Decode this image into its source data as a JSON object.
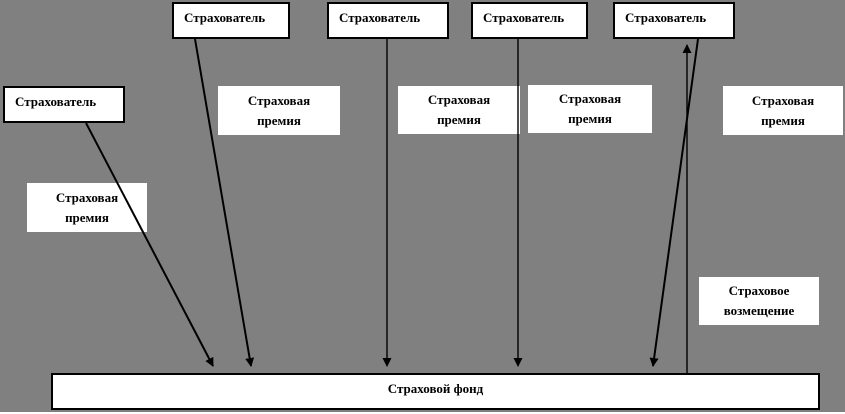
{
  "diagram": {
    "colors": {
      "background": "#808080",
      "box_fill": "#ffffff",
      "border": "#000000",
      "text": "#000000",
      "arrow": "#000000"
    },
    "labels": {
      "policyholder": "Страхователь",
      "premium": [
        "Страховая",
        "премия"
      ],
      "compensation": [
        "Страховое",
        "возмещение"
      ],
      "fund": "Страховой фонд"
    },
    "counts": {
      "policyholder_boxes": 5,
      "premium_labels": 5,
      "premium_arrows_to_fund": 5,
      "compensation_arrows_from_fund": 1
    }
  }
}
